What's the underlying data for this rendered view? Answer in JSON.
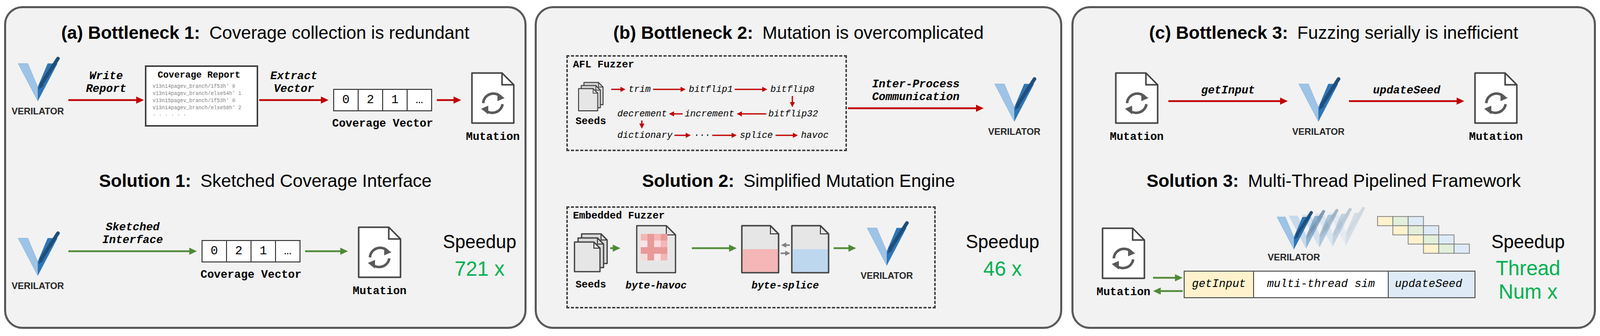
{
  "diagram": {
    "nodes": [
      {
        "text": [
          "(a) Bottleneck 1:",
          "Coverage collection is redundant",
          "Solution 1:",
          "Sketched Coverage Interface"
        ]
      },
      {
        "text": [
          "VERILATOR"
        ],
        "in": 0
      },
      {
        "text": [
          "Coverage Report",
          "v13n14pagev_branch/1f53h' 0",
          "v13n14pagev_branch/else54h' 1",
          "v13n15pagev_branch/1f53h' 0",
          "v13n14pagev_branch/else58h' 2",
          "· · · · · ·"
        ],
        "in": 0
      },
      {
        "text": [
          "0",
          "2",
          "1",
          "…",
          "Coverage Vector"
        ],
        "in": 0
      },
      {
        "text": [
          "Mutation"
        ],
        "in": 0
      },
      {
        "text": [
          "VERILATOR"
        ],
        "in": 0
      },
      {
        "text": [
          "0",
          "2",
          "1",
          "…",
          "Coverage Vector"
        ],
        "in": 0
      },
      {
        "text": [
          "Mutation"
        ],
        "in": 0
      },
      {
        "text": [
          "(b) Bottleneck 2:",
          "Mutation is overcomplicated",
          "Solution 2:",
          "Simplified Mutation Engine"
        ]
      },
      {
        "text": [
          "AFL Fuzzer"
        ],
        "in": 8
      },
      {
        "text": [
          "Seeds"
        ],
        "in": 9
      },
      {
        "text": [
          "VERILATOR"
        ],
        "in": 8
      },
      {
        "text": [
          "Embedded Fuzzer"
        ],
        "in": 8
      },
      {
        "text": [
          "Seeds"
        ],
        "in": 12
      },
      {
        "text": [
          "byte-havoc"
        ],
        "in": 12
      },
      {
        "text": [
          "byte-splice"
        ],
        "in": 12
      },
      {
        "text": [
          "VERILATOR"
        ],
        "in": 12
      },
      {
        "text": [
          "(c) Bottleneck 3:",
          "Fuzzing serially is inefficient",
          "Solution 3:",
          "Multi-Thread Pipelined Framework"
        ]
      },
      {
        "text": [
          "Mutation"
        ],
        "in": 17
      },
      {
        "text": [
          "VERILATOR"
        ],
        "in": 17
      },
      {
        "text": [
          "Mutation"
        ],
        "in": 17
      },
      {
        "text": [
          "Mutation"
        ],
        "in": 17
      },
      {
        "text": [
          "getInput"
        ],
        "in": 17
      },
      {
        "text": [
          "multi-thread sim"
        ],
        "in": 17
      },
      {
        "text": [
          "updateSeed"
        ],
        "in": 17
      }
    ],
    "edges": [
      {
        "from": 1,
        "to": 2,
        "label": "Write Report",
        "arrow": "to"
      },
      {
        "from": 2,
        "to": 3,
        "label": "Extract Vector",
        "arrow": "to"
      },
      {
        "from": 3,
        "to": 4,
        "arrow": "to"
      },
      {
        "from": 5,
        "to": 6,
        "label": "Sketched Interface",
        "arrow": "to"
      },
      {
        "from": 6,
        "to": 7,
        "arrow": "to"
      },
      {
        "from": 9,
        "to": 11,
        "label": "Inter-Process Communication",
        "arrow": "to"
      },
      {
        "from": 13,
        "to": 14,
        "arrow": "to"
      },
      {
        "from": 14,
        "to": 15,
        "arrow": "to"
      },
      {
        "from": 15,
        "to": 16,
        "arrow": "to"
      },
      {
        "from": 18,
        "to": 19,
        "label": "getInput",
        "arrow": "to"
      },
      {
        "from": 19,
        "to": 20,
        "label": "updateSeed",
        "arrow": "to"
      },
      {
        "from": 21,
        "to": 22,
        "arrow": "to"
      },
      {
        "from": 22,
        "to": 21,
        "arrow": "to"
      }
    ],
    "labels": [
      "Speedup",
      "721 x",
      "trim",
      "bitflip1",
      "bitflip8",
      "bitflip32",
      "increment",
      "decrement",
      "dictionary",
      "···",
      "splice",
      "havoc",
      "Speedup",
      "46 x",
      "VERILATOR",
      "Speedup",
      "Thread Num x"
    ]
  }
}
